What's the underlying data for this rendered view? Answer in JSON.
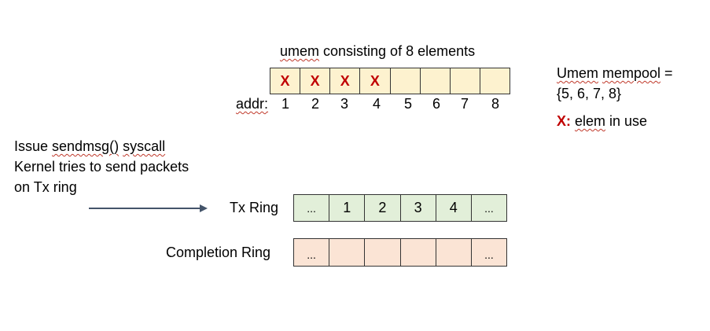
{
  "title": {
    "prefix": "umem",
    "rest": " consisting of 8 elements"
  },
  "umem": {
    "cells": [
      "X",
      "X",
      "X",
      "X",
      "",
      "",
      "",
      ""
    ],
    "addr_label": "addr:",
    "addresses": [
      "1",
      "2",
      "3",
      "4",
      "5",
      "6",
      "7",
      "8"
    ]
  },
  "mempool": {
    "line1_word1": "Umem",
    "line1_word2": "mempool",
    "line1_rest": " =",
    "line2": "{5, 6, 7, 8}"
  },
  "legend": {
    "marker": "X:",
    "word": "elem",
    "rest": " in use"
  },
  "issue_text": {
    "line1_prefix": "Issue ",
    "line1_call1": "sendmsg()",
    "line1_call2": "syscall",
    "line2": "Kernel tries to send packets",
    "line3": "on Tx ring"
  },
  "tx_ring": {
    "label": "Tx Ring",
    "cells": [
      "...",
      "1",
      "2",
      "3",
      "4",
      "..."
    ]
  },
  "completion_ring": {
    "label": "Completion Ring",
    "cells": [
      "...",
      "",
      "",
      "",
      "",
      "..."
    ]
  },
  "colors": {
    "umem_fill": "#fdf2cf",
    "tx_fill": "#e2efd9",
    "completion_fill": "#fbe4d5",
    "in_use_marker": "#c00000",
    "arrow": "#44546a"
  }
}
